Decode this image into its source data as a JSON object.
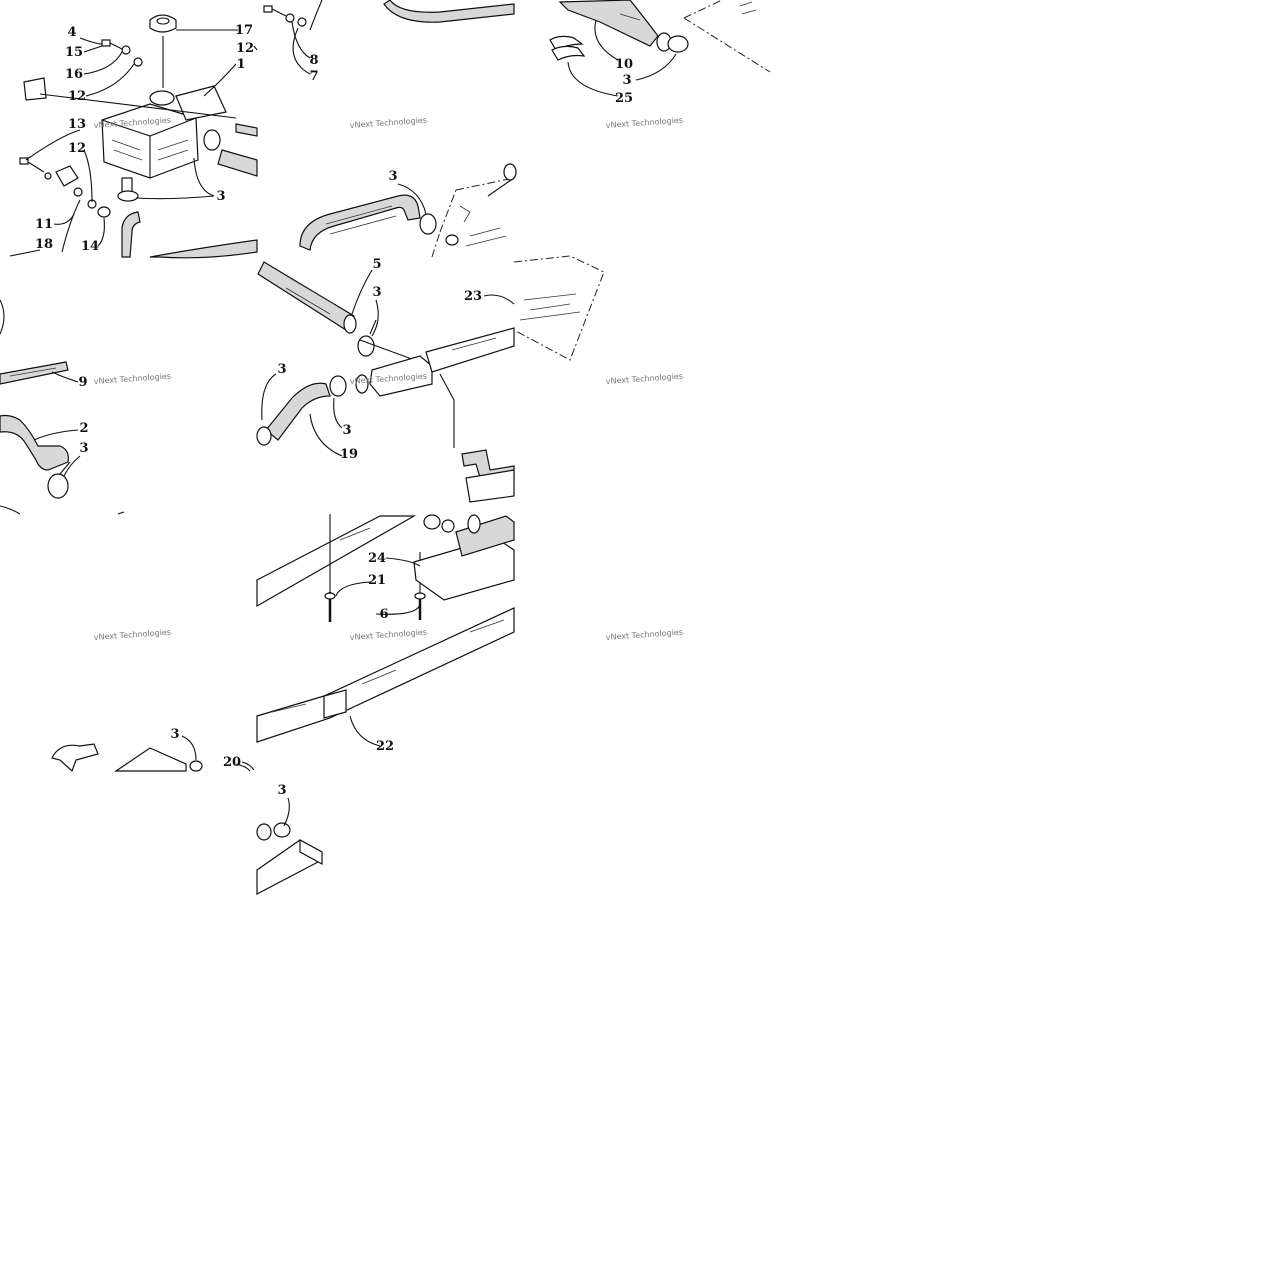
{
  "diagram": {
    "labels": [
      "4",
      "15",
      "16",
      "12",
      "13",
      "12",
      "11",
      "18",
      "14",
      "17",
      "12",
      "1",
      "3",
      "8",
      "7",
      "10",
      "3",
      "25",
      "3",
      "5",
      "3",
      "3",
      "3",
      "19",
      "23",
      "9",
      "2",
      "3",
      "24",
      "21",
      "6",
      "22",
      "3",
      "20",
      "3"
    ],
    "watermark": "vNext Technologies"
  }
}
